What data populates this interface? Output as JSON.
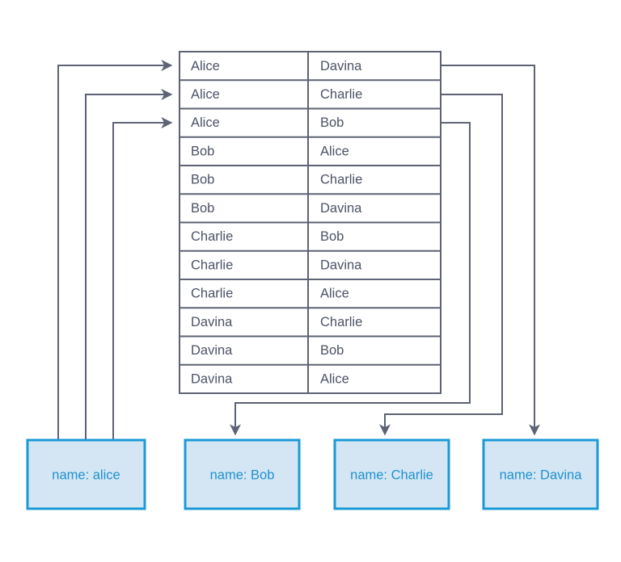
{
  "diagram": {
    "type": "relationship-table-with-entity-nodes",
    "colors": {
      "line": "#5d6374",
      "table_border": "#5d6374",
      "table_fill": "#ffffff",
      "table_text": "#4d5365",
      "node_border": "#1b9ad6",
      "node_fill": "#d4e6f4",
      "node_text": "#2090cf",
      "background": "#ffffff"
    },
    "table": {
      "name": "friendship-pairs-table",
      "columns": 2,
      "rows": [
        {
          "left": "Alice",
          "right": "Davina"
        },
        {
          "left": "Alice",
          "right": "Charlie"
        },
        {
          "left": "Alice",
          "right": "Bob"
        },
        {
          "left": "Bob",
          "right": "Alice"
        },
        {
          "left": "Bob",
          "right": "Charlie"
        },
        {
          "left": "Bob",
          "right": "Davina"
        },
        {
          "left": "Charlie",
          "right": "Bob"
        },
        {
          "left": "Charlie",
          "right": "Davina"
        },
        {
          "left": "Charlie",
          "right": "Alice"
        },
        {
          "left": "Davina",
          "right": "Charlie"
        },
        {
          "left": "Davina",
          "right": "Bob"
        },
        {
          "left": "Davina",
          "right": "Alice"
        }
      ]
    },
    "nodes": [
      {
        "id": "alice",
        "label": "name: alice"
      },
      {
        "id": "bob",
        "label": "name: Bob"
      },
      {
        "id": "charlie",
        "label": "name: Charlie"
      },
      {
        "id": "davina",
        "label": "name: Davina"
      }
    ],
    "connections": [
      {
        "from": "alice",
        "to": "table-row-1-left",
        "direction": "into-table"
      },
      {
        "from": "alice",
        "to": "table-row-2-left",
        "direction": "into-table"
      },
      {
        "from": "alice",
        "to": "table-row-3-left",
        "direction": "into-table"
      },
      {
        "from": "table-row-1-right",
        "to": "davina",
        "direction": "out-of-table"
      },
      {
        "from": "table-row-2-right",
        "to": "charlie",
        "direction": "out-of-table"
      },
      {
        "from": "table-row-3-right",
        "to": "bob",
        "direction": "out-of-table"
      }
    ]
  }
}
